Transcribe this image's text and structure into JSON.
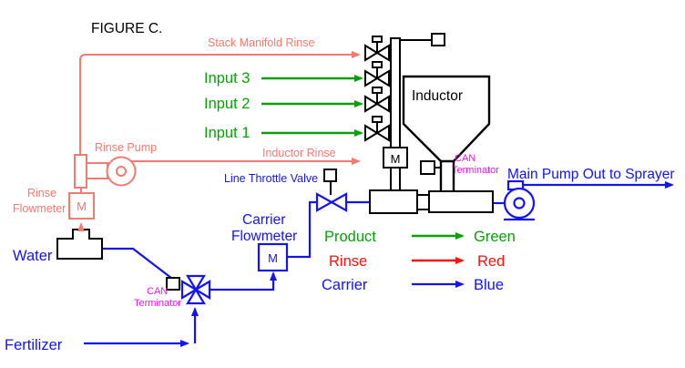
{
  "colors": {
    "green": "#09a009",
    "red": "#f8130b",
    "salmon": "#f37a6f",
    "blue": "#1414f0",
    "magenta": "#f013f0"
  },
  "title": "FIGURE C.",
  "rinse": {
    "stack_manifold_label": "Stack Manifold Rinse",
    "pump_label": "Rinse Pump",
    "inductor_rinse_label": "Inductor Rinse",
    "flowmeter_label_line1": "Rinse",
    "flowmeter_label_line2": "Flowmeter",
    "flowmeter_m": "M"
  },
  "inputs": {
    "input3": "Input 3",
    "input2": "Input 2",
    "input1": "Input 1"
  },
  "inductor": {
    "label": "Inductor",
    "valve_m": "M",
    "can_terminator_line1": "CAN",
    "can_terminator_line2": "Terminator"
  },
  "carrier": {
    "water_label": "Water",
    "fertilizer_label": "Fertilizer",
    "flowmeter_label_line1": "Carrier",
    "flowmeter_label_line2": "Flowmeter",
    "flowmeter_m": "M",
    "throttle_valve_label": "Line Throttle Valve",
    "can_terminator_line1": "CAN",
    "can_terminator_line2": "Terminator",
    "main_out_label": "Main Pump Out to Sprayer"
  },
  "legend": {
    "rows": [
      {
        "label": "Product",
        "color_name": "Green"
      },
      {
        "label": "Rinse",
        "color_name": "Red"
      },
      {
        "label": "Carrier",
        "color_name": "Blue"
      }
    ]
  }
}
